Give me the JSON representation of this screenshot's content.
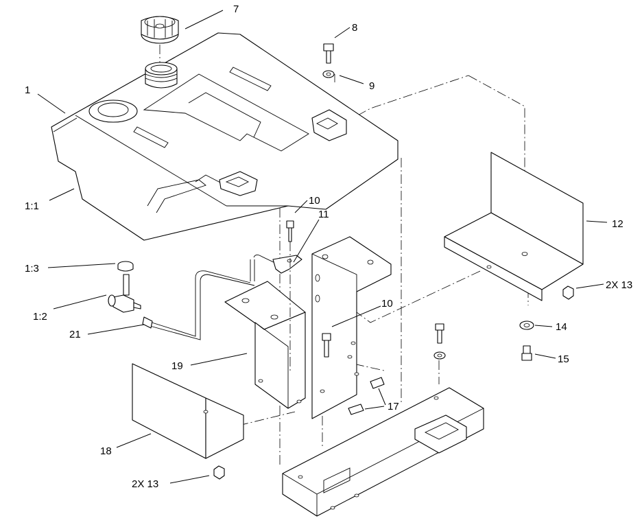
{
  "callouts": {
    "c1": "1",
    "c1_1": "1:1",
    "c1_2": "1:2",
    "c1_3": "1:3",
    "c7": "7",
    "c8": "8",
    "c9": "9",
    "c10a": "10",
    "c10b": "10",
    "c11": "11",
    "c12": "12",
    "c13a": "2X 13",
    "c13b": "2X 13",
    "c14": "14",
    "c15": "15",
    "c17": "17",
    "c18": "18",
    "c19": "19",
    "c21": "21"
  }
}
